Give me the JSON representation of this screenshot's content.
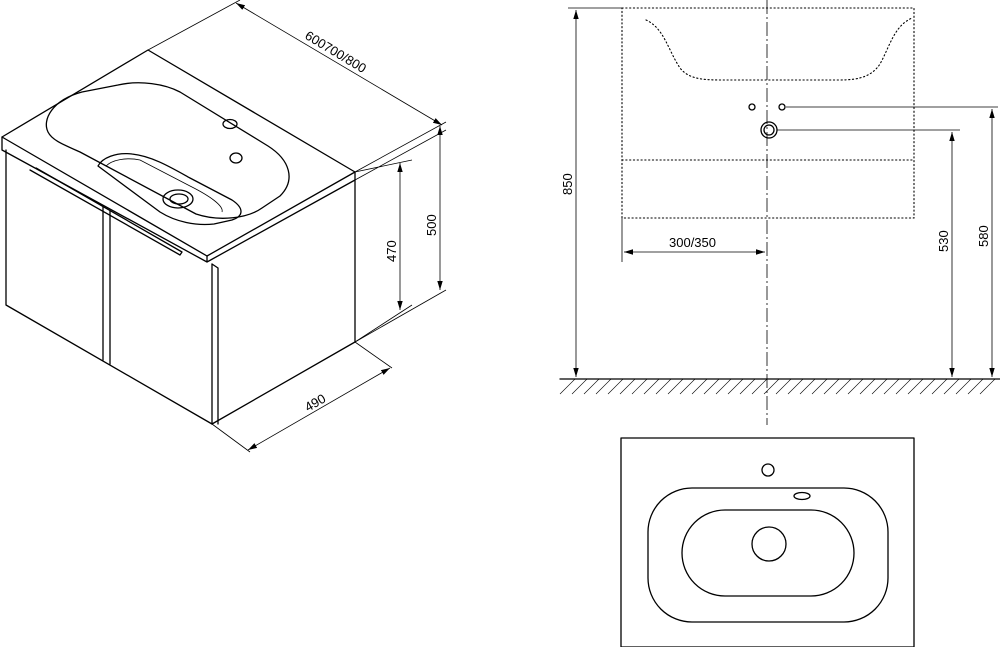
{
  "dimensions": {
    "iso_width": "600700/800",
    "iso_depth": "490",
    "iso_height_body": "470",
    "iso_height_total": "500",
    "front_total_height": "850",
    "front_offset": "300/350",
    "front_waste_height": "530",
    "front_tap_height": "580"
  }
}
